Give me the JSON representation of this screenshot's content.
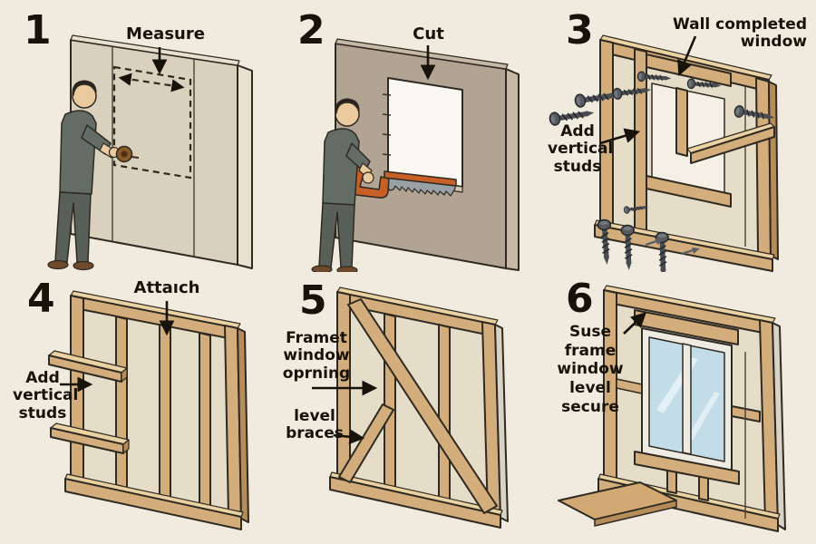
{
  "colors": {
    "background": "#f1ebdf",
    "text": "#17130a",
    "wood": "#d3ae7c",
    "wood_dark": "#b68d58",
    "wood_light": "#ead2a2",
    "panel_fill": "#e6ddc9",
    "wall_beige": "#d9d1bd",
    "wall_taupe": "#b1a492",
    "glass": "#c2dde8",
    "outline": "#2e2921",
    "shirt": "#646c66",
    "pants": "#586059",
    "skin": "#eccaa0",
    "saw_handle": "#c75f27",
    "screw": "#494c51"
  },
  "panels": [
    {
      "number": "1",
      "labels": {
        "main": "Measure"
      }
    },
    {
      "number": "2",
      "labels": {
        "main": "Cut"
      }
    },
    {
      "number": "3",
      "labels": {
        "main": "Wall completed\nwindow",
        "secondary": "Add\nvertical\nstuds"
      }
    },
    {
      "number": "4",
      "labels": {
        "main": "Attaıch",
        "secondary": "Add\nvertical\nstuds"
      }
    },
    {
      "number": "5",
      "labels": {
        "main": "Framet\nwindow\noprning",
        "secondary": "level\nbraces"
      }
    },
    {
      "number": "6",
      "labels": {
        "main": "Suse\nframe\nwindow\nlevel\nsecure"
      }
    }
  ]
}
